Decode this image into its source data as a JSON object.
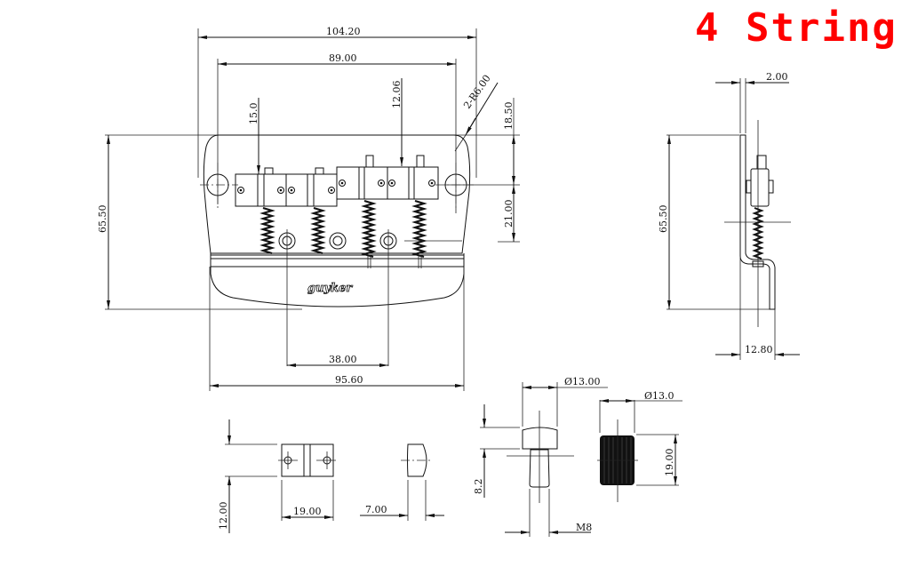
{
  "title": "4 String",
  "title_color": "#ff0000",
  "logo_text": "guyker",
  "front_view": {
    "dims": {
      "overall_width_top": "104.20",
      "mount_hole_spacing": "89.00",
      "saddle_offset_1": "15.0",
      "saddle_offset_2": "12.06",
      "corner_radius": "2-R6.00",
      "hole_from_top": "18.50",
      "hole_to_bottom": "21.00",
      "overall_height": "65.50",
      "screw_spacing": "38.00",
      "overall_width_bottom": "95.60"
    }
  },
  "side_view": {
    "dims": {
      "plate_thickness": "2.00",
      "overall_height": "65.50",
      "overall_depth": "12.80"
    }
  },
  "saddle_detail": {
    "dims": {
      "height": "12.00",
      "length": "19.00",
      "width": "7.00"
    }
  },
  "ferrule_detail": {
    "dims": {
      "head_diameter": "Ø13.00",
      "height": "8.2",
      "thread": "M8"
    }
  },
  "knurled_nut_detail": {
    "dims": {
      "diameter": "Ø13.0",
      "height": "19.00"
    }
  }
}
